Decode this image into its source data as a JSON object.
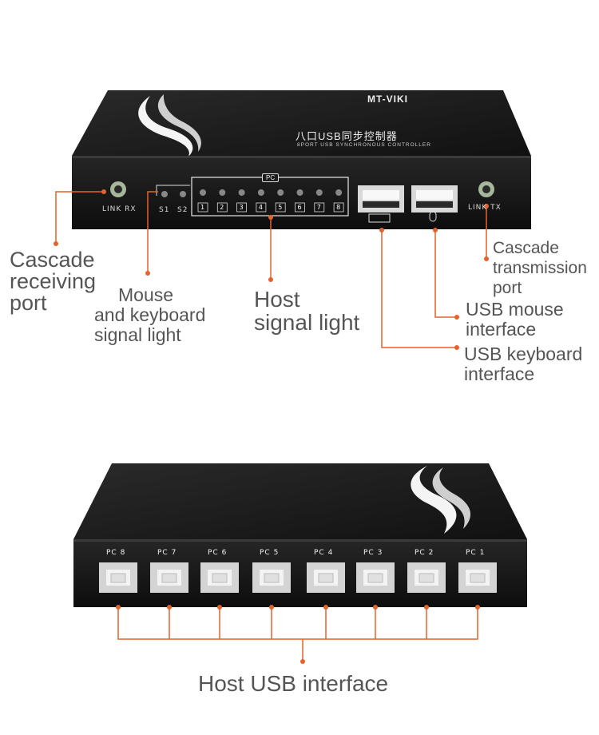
{
  "top_device": {
    "brand": "MT-VIKI",
    "chinese_label": "八口USB同步控制器",
    "english_label": "8PORT USB SYNCHRONOUS CONTROLLER",
    "link_rx": "LINK RX",
    "link_tx": "LINK TX",
    "s1": "S1",
    "s2": "S2",
    "pc_group": "PC",
    "pc_numbers": [
      "1",
      "2",
      "3",
      "4",
      "5",
      "6",
      "7",
      "8"
    ]
  },
  "bottom_device": {
    "pc_labels": [
      "PC 8",
      "PC 7",
      "PC 6",
      "PC 5",
      "PC 4",
      "PC 3",
      "PC 2",
      "PC 1"
    ]
  },
  "callouts": {
    "cascade_rx": [
      "Cascade",
      "receiving",
      "port"
    ],
    "mouse_kb_light": [
      "Mouse",
      "and keyboard",
      "signal light"
    ],
    "host_light": [
      "Host",
      "signal light"
    ],
    "cascade_tx": [
      "Cascade",
      "transmission",
      "port"
    ],
    "usb_mouse": [
      "USB mouse",
      "interface"
    ],
    "usb_keyboard": [
      "USB keyboard",
      "interface"
    ],
    "host_usb": "Host USB interface"
  },
  "colors": {
    "leader": "#e4622c",
    "device": "#1c1c1c",
    "text": "#555555"
  }
}
